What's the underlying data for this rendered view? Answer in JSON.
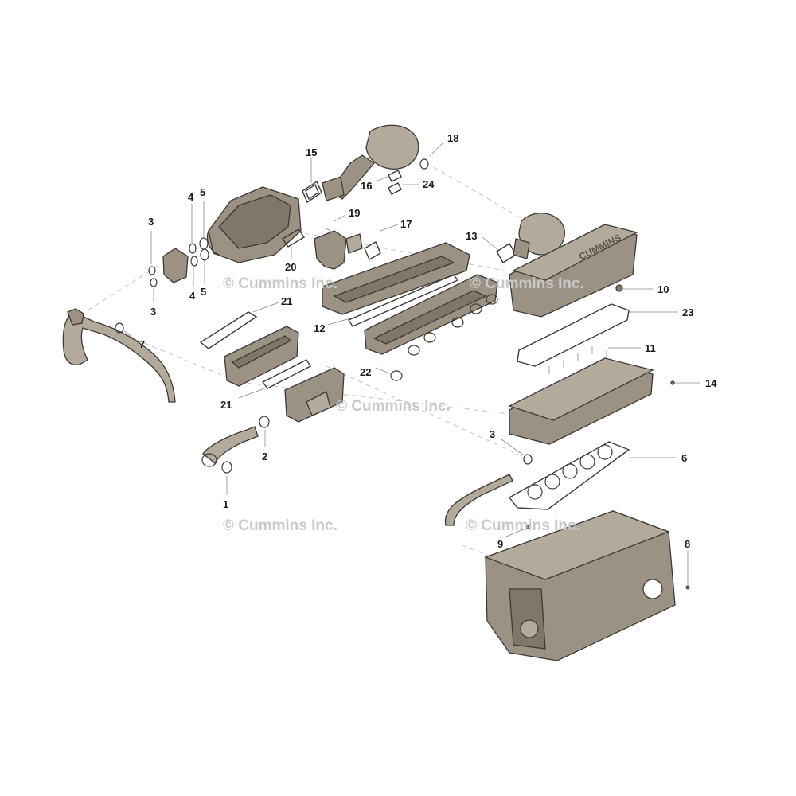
{
  "watermarks": [
    {
      "id": "wm-1",
      "text": "© Cummins Inc."
    },
    {
      "id": "wm-2",
      "text": "© Cummins Inc."
    },
    {
      "id": "wm-3",
      "text": "© Cummins Inc."
    },
    {
      "id": "wm-4",
      "text": "© Cummins Inc."
    },
    {
      "id": "wm-5",
      "text": "© Cummins Inc."
    }
  ],
  "callouts": [
    {
      "id": "c1",
      "label": "1"
    },
    {
      "id": "c2",
      "label": "2"
    },
    {
      "id": "c3a",
      "label": "3"
    },
    {
      "id": "c3b",
      "label": "3"
    },
    {
      "id": "c3c",
      "label": "3"
    },
    {
      "id": "c4a",
      "label": "4"
    },
    {
      "id": "c4b",
      "label": "4"
    },
    {
      "id": "c5a",
      "label": "5"
    },
    {
      "id": "c5b",
      "label": "5"
    },
    {
      "id": "c6",
      "label": "6"
    },
    {
      "id": "c7",
      "label": "7"
    },
    {
      "id": "c8",
      "label": "8"
    },
    {
      "id": "c9",
      "label": "9"
    },
    {
      "id": "c10",
      "label": "10"
    },
    {
      "id": "c11",
      "label": "11"
    },
    {
      "id": "c12",
      "label": "12"
    },
    {
      "id": "c13",
      "label": "13"
    },
    {
      "id": "c14",
      "label": "14"
    },
    {
      "id": "c15",
      "label": "15"
    },
    {
      "id": "c16",
      "label": "16"
    },
    {
      "id": "c17",
      "label": "17"
    },
    {
      "id": "c18",
      "label": "18"
    },
    {
      "id": "c19",
      "label": "19"
    },
    {
      "id": "c20",
      "label": "20"
    },
    {
      "id": "c21a",
      "label": "21"
    },
    {
      "id": "c21b",
      "label": "21"
    },
    {
      "id": "c22",
      "label": "22"
    },
    {
      "id": "c23",
      "label": "23"
    },
    {
      "id": "c24",
      "label": "24"
    }
  ],
  "logo_text": "CUMMINS",
  "colors": {
    "part_fill": "#9c9284",
    "outline": "#3d3a36",
    "watermark": "#c9c9c9",
    "label": "#1a1a1a"
  }
}
